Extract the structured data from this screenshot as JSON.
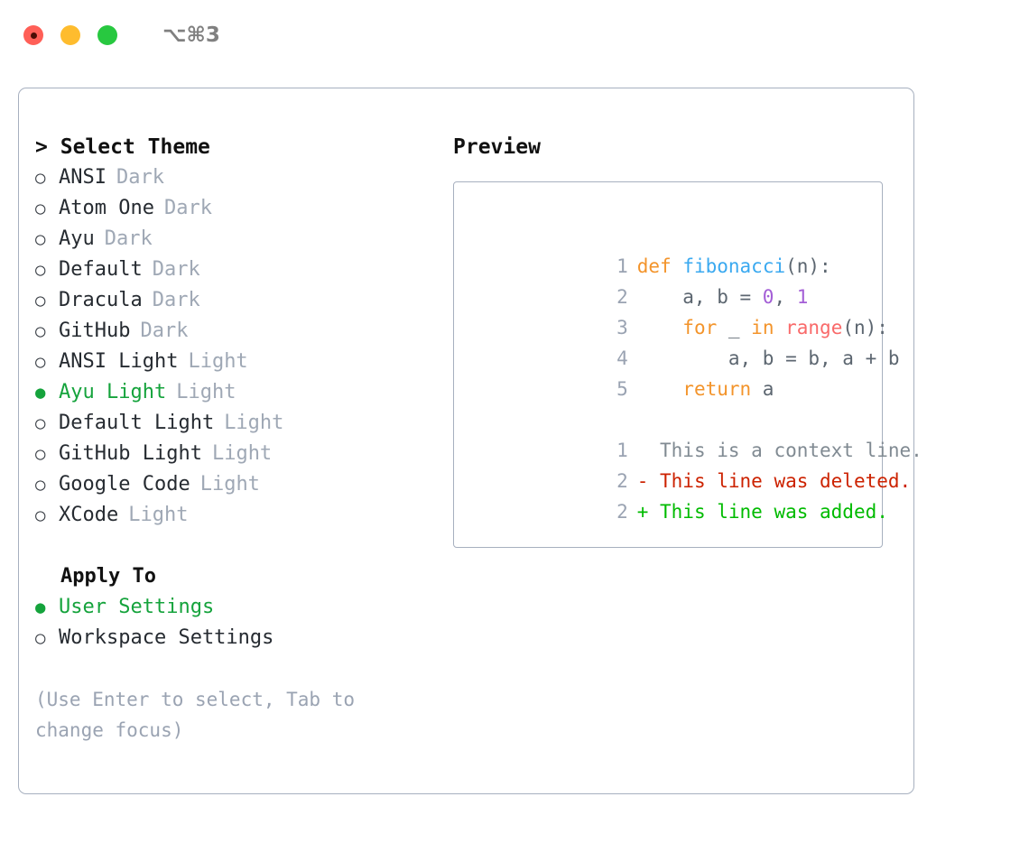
{
  "titlebar": {
    "shortcut": "⌥⌘3",
    "dots": [
      "close",
      "minimize",
      "maximize"
    ]
  },
  "theme_picker": {
    "header": "Select Theme",
    "caret": ">",
    "bullet_unselected": "○",
    "bullet_selected": "●",
    "selected_color": "#15a33c",
    "items": [
      {
        "label": "ANSI",
        "badge": "Dark",
        "selected": false
      },
      {
        "label": "Atom One",
        "badge": "Dark",
        "selected": false
      },
      {
        "label": "Ayu",
        "badge": "Dark",
        "selected": false
      },
      {
        "label": "Default",
        "badge": "Dark",
        "selected": false
      },
      {
        "label": "Dracula",
        "badge": "Dark",
        "selected": false
      },
      {
        "label": "GitHub",
        "badge": "Dark",
        "selected": false
      },
      {
        "label": "ANSI Light",
        "badge": "Light",
        "selected": false
      },
      {
        "label": "Ayu Light",
        "badge": "Light",
        "selected": true
      },
      {
        "label": "Default Light",
        "badge": "Light",
        "selected": false
      },
      {
        "label": "GitHub Light",
        "badge": "Light",
        "selected": false
      },
      {
        "label": "Google Code",
        "badge": "Light",
        "selected": false
      },
      {
        "label": "XCode",
        "badge": "Light",
        "selected": false
      }
    ]
  },
  "apply_to": {
    "header": "Apply To",
    "items": [
      {
        "label": "User Settings",
        "selected": true
      },
      {
        "label": "Workspace Settings",
        "selected": false
      }
    ]
  },
  "hint": "(Use Enter to select, Tab to change focus)",
  "preview": {
    "title": "Preview",
    "code_lines": [
      {
        "num": "1",
        "tokens": [
          {
            "t": "def",
            "c": "kw"
          },
          {
            "t": " ",
            "c": "pl"
          },
          {
            "t": "fibonacci",
            "c": "fn"
          },
          {
            "t": "(n):",
            "c": "pl"
          }
        ]
      },
      {
        "num": "2",
        "tokens": [
          {
            "t": "    a, b = ",
            "c": "pl"
          },
          {
            "t": "0",
            "c": "num"
          },
          {
            "t": ", ",
            "c": "pl"
          },
          {
            "t": "1",
            "c": "num"
          }
        ]
      },
      {
        "num": "3",
        "tokens": [
          {
            "t": "    ",
            "c": "pl"
          },
          {
            "t": "for",
            "c": "kw"
          },
          {
            "t": " _ ",
            "c": "pl"
          },
          {
            "t": "in",
            "c": "kw"
          },
          {
            "t": " ",
            "c": "pl"
          },
          {
            "t": "range",
            "c": "bi"
          },
          {
            "t": "(n):",
            "c": "pl"
          }
        ]
      },
      {
        "num": "4",
        "tokens": [
          {
            "t": "        a, b = b, a + b",
            "c": "pl"
          }
        ]
      },
      {
        "num": "5",
        "tokens": [
          {
            "t": "    ",
            "c": "pl"
          },
          {
            "t": "return",
            "c": "kw"
          },
          {
            "t": " a",
            "c": "pl"
          }
        ]
      }
    ],
    "diff_lines": [
      {
        "num": "1",
        "marker": " ",
        "text": " This is a context line.",
        "kind": "ctx"
      },
      {
        "num": "2",
        "marker": "-",
        "text": " This line was deleted.",
        "kind": "del"
      },
      {
        "num": "2",
        "marker": "+",
        "text": " This line was added.",
        "kind": "add"
      }
    ]
  }
}
